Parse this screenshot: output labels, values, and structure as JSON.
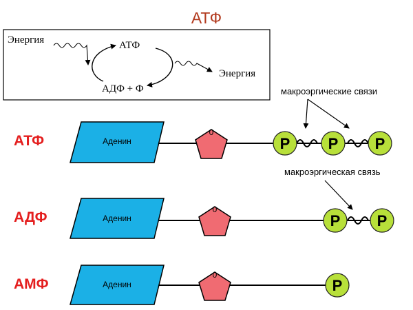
{
  "page_title": "АТФ",
  "cycle": {
    "energy_in": "Энергия",
    "atp": "АТФ",
    "adp_plus_p": "АДФ + Ф",
    "energy_out": "Энергия"
  },
  "rows": [
    {
      "label": "АТФ",
      "base_label": "Аденин",
      "sugar_label": "0",
      "phosphates": [
        "P",
        "P",
        "P"
      ]
    },
    {
      "label": "АДФ",
      "base_label": "Аденин",
      "sugar_label": "0",
      "phosphates": [
        "P",
        "P"
      ]
    },
    {
      "label": "АМФ",
      "base_label": "Аденин",
      "sugar_label": "0",
      "phosphates": [
        "P"
      ]
    }
  ],
  "annotations": {
    "bonds_plural": "макроэргические связи",
    "bond_singular": "макроэргическая связь"
  },
  "colors": {
    "title": "#b23a1e",
    "row_label": "#e41e1e",
    "adenine_fill": "#1bb0e6",
    "sugar_fill": "#f06b72",
    "phosphate_fill": "#b8e03a",
    "line": "#000000"
  }
}
